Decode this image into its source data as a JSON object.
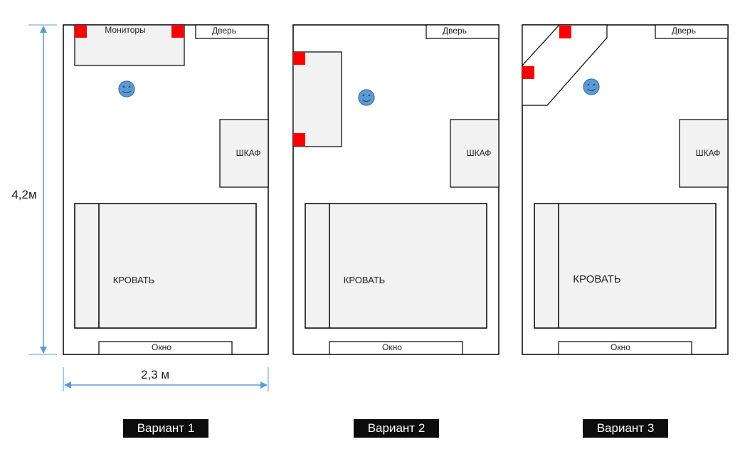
{
  "dimensions": {
    "height_label": "4,2м",
    "width_label": "2,3 м",
    "arrow_color": "#5b9bd5"
  },
  "labels": {
    "monitors": "Мониторы",
    "door": "Дверь",
    "wardrobe": "ШКАФ",
    "bed": "КРОВАТЬ",
    "window": "Окно"
  },
  "colors": {
    "wall": "#000000",
    "furniture_fill": "#f2f2f2",
    "monitor": "#ff0000",
    "person_fill": "#5b9bd5",
    "person_stroke": "#41719c",
    "caption_bg": "#0c0c0c",
    "caption_text": "#ffffff"
  },
  "icons": {
    "person": "smiley-face-icon",
    "monitor": "red-square-monitor-icon"
  },
  "variants": [
    {
      "caption": "Вариант 1"
    },
    {
      "caption": "Вариант 2"
    },
    {
      "caption": "Вариант 3"
    }
  ]
}
